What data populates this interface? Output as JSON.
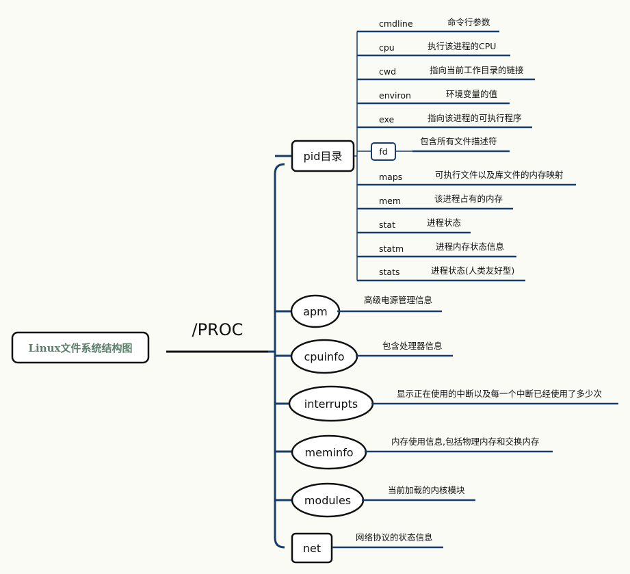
{
  "root": {
    "label": "Linux文件系统结构图"
  },
  "branch": {
    "label": "/PROC"
  },
  "colors": {
    "line": "#163d6b",
    "root_text": "#5b7f6a",
    "node_border": "#111111",
    "fd_border": "#163d6b",
    "background": "#fbfbf6"
  },
  "pid": {
    "label": "pid目录",
    "shape": "rounded-rect",
    "children": [
      {
        "name": "cmdline",
        "desc": "命令行参数"
      },
      {
        "name": "cpu",
        "desc": "执行该进程的CPU"
      },
      {
        "name": "cwd",
        "desc": "指向当前工作目录的链接"
      },
      {
        "name": "environ",
        "desc": "环境变量的值"
      },
      {
        "name": "exe",
        "desc": "指向该进程的可执行程序"
      },
      {
        "name": "fd",
        "desc": "包含所有文件描述符",
        "boxed": true
      },
      {
        "name": "maps",
        "desc": "可执行文件以及库文件的内存映射"
      },
      {
        "name": "mem",
        "desc": "该进程占有的内存"
      },
      {
        "name": "stat",
        "desc": "进程状态"
      },
      {
        "name": "statm",
        "desc": "进程内存状态信息"
      },
      {
        "name": "stats",
        "desc": "进程状态(人类友好型)"
      }
    ]
  },
  "nodes": [
    {
      "label": "apm",
      "desc": "高级电源管理信息",
      "shape": "ellipse"
    },
    {
      "label": "cpuinfo",
      "desc": "包含处理器信息",
      "shape": "ellipse"
    },
    {
      "label": "interrupts",
      "desc": "显示正在使用的中断以及每一个中断已经使用了多少次",
      "shape": "ellipse"
    },
    {
      "label": "meminfo",
      "desc": "内存使用信息,包括物理内存和交换内存",
      "shape": "ellipse"
    },
    {
      "label": "modules",
      "desc": "当前加载的内核模块",
      "shape": "ellipse"
    },
    {
      "label": "net",
      "desc": "网络协议的状态信息",
      "shape": "rounded-rect"
    }
  ]
}
